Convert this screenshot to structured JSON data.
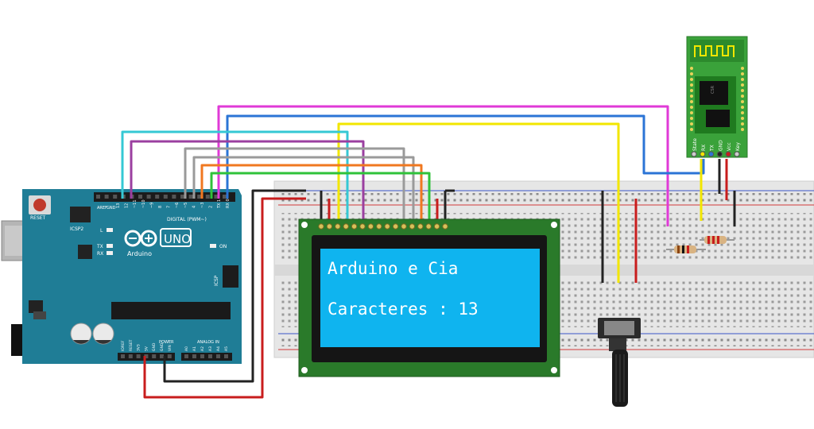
{
  "lcd": {
    "line1": "Arduino e Cia",
    "line2": "Caracteres : 13"
  },
  "arduino": {
    "reset_label": "RESET",
    "icsp2_label": "ICSP2",
    "digital_label": "DIGITAL (PWM~)",
    "l_label": "L",
    "tx_label": "TX",
    "rx_label": "RX",
    "uno_label": "UNO",
    "brand_label": "Arduino",
    "on_label": "ON",
    "icsp_label": "ICSP",
    "power_label": "POWER",
    "analog_label": "ANALOG IN",
    "aref_label": "AREF",
    "gnd_label": "GND",
    "pin_labels": [
      "13",
      "12",
      "~11",
      "~10",
      "~9",
      "8",
      "7",
      "~6",
      "~5",
      "4",
      "~3",
      "2",
      "TX 1",
      "RX 0"
    ],
    "power_pins": [
      "IOREF",
      "RESET",
      "3V3",
      "5V",
      "GND",
      "GND",
      "VIN"
    ],
    "analog_pins": [
      "A0",
      "A1",
      "A2",
      "A3",
      "A4",
      "A5"
    ]
  },
  "bluetooth": {
    "pins": [
      "State",
      "RX",
      "TX",
      "GND",
      "Vcc",
      "Key"
    ],
    "chip_text": "CSR"
  },
  "colors": {
    "board": "#1f7d96",
    "breadboard": "#e6e6e6",
    "lcd_pcb": "#2a7a2a",
    "lcd_screen": "#0fb4ef",
    "bt_pcb": "#3aa23a",
    "wire_magenta": "#e03ad7",
    "wire_blue": "#2b74d6",
    "wire_yellow": "#f2e600",
    "wire_cyan": "#35c8d4",
    "wire_purple": "#9b3fa0",
    "wire_gray": "#9a9a9a",
    "wire_orange": "#f07820",
    "wire_green": "#2fc23a",
    "wire_red": "#c81d1d",
    "wire_black": "#222222"
  },
  "icons": [
    "arduino-logo-icon",
    "bluetooth-antenna-icon",
    "potentiometer-icon",
    "resistor-icon"
  ]
}
